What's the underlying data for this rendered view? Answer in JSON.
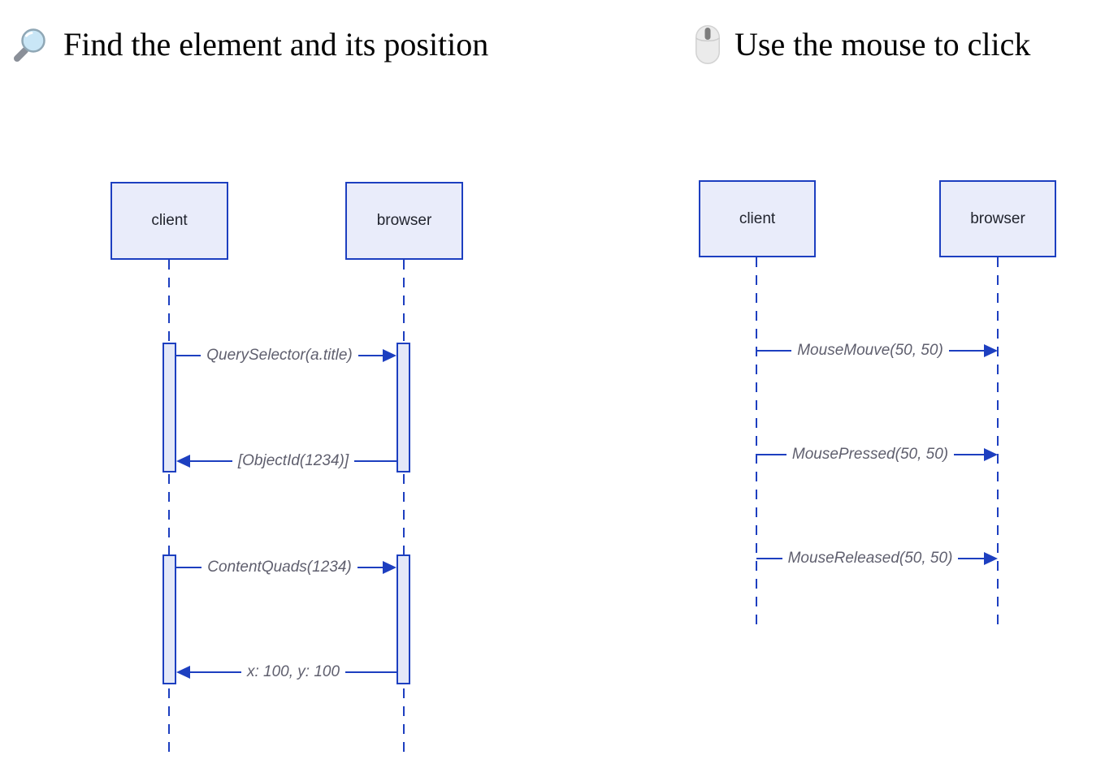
{
  "colors": {
    "accent_blue": "#1d3fc0",
    "actor_fill": "#e9ecfa",
    "activation_fill": "#e3e8f8",
    "message_text_gray": "#5f5f6e"
  },
  "left": {
    "title": "Find the element and its position",
    "icon": "magnifying-glass",
    "actors": [
      {
        "label": "client"
      },
      {
        "label": "browser"
      }
    ],
    "messages": [
      {
        "label": "QuerySelector(a.title)",
        "from": "client",
        "to": "browser",
        "direction": "right"
      },
      {
        "label": "[ObjectId(1234)]",
        "from": "browser",
        "to": "client",
        "direction": "left"
      },
      {
        "label": "ContentQuads(1234)",
        "from": "client",
        "to": "browser",
        "direction": "right"
      },
      {
        "label": "x: 100, y: 100",
        "from": "browser",
        "to": "client",
        "direction": "left"
      }
    ]
  },
  "right": {
    "title": "Use the mouse to click",
    "icon": "computer-mouse",
    "actors": [
      {
        "label": "client"
      },
      {
        "label": "browser"
      }
    ],
    "messages": [
      {
        "label": "MouseMouve(50, 50)",
        "from": "client",
        "to": "browser",
        "direction": "right"
      },
      {
        "label": "MousePressed(50, 50)",
        "from": "client",
        "to": "browser",
        "direction": "right"
      },
      {
        "label": "MouseReleased(50, 50)",
        "from": "client",
        "to": "browser",
        "direction": "right"
      }
    ]
  }
}
